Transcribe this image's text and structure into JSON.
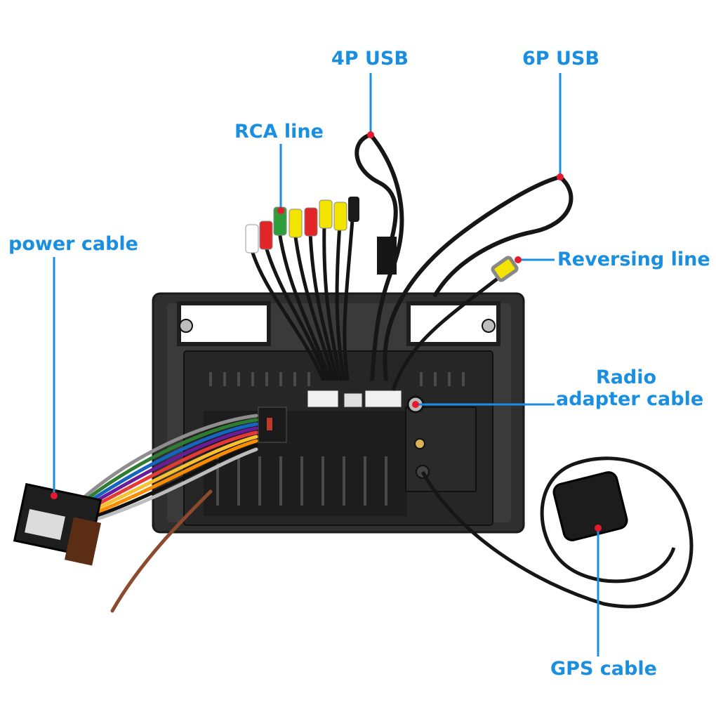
{
  "colors": {
    "label": "#1a8fe0",
    "marker": "#e8192c",
    "unit_body": "#2b2b2b"
  },
  "callouts": {
    "usb4": {
      "text": "4P USB"
    },
    "usb6": {
      "text": "6P USB"
    },
    "rca": {
      "text": "RCA line"
    },
    "power": {
      "text": "power cable"
    },
    "reversing": {
      "text": "Reversing line"
    },
    "radio": {
      "line1": "Radio",
      "line2": "adapter cable"
    },
    "gps": {
      "text": "GPS cable"
    }
  }
}
